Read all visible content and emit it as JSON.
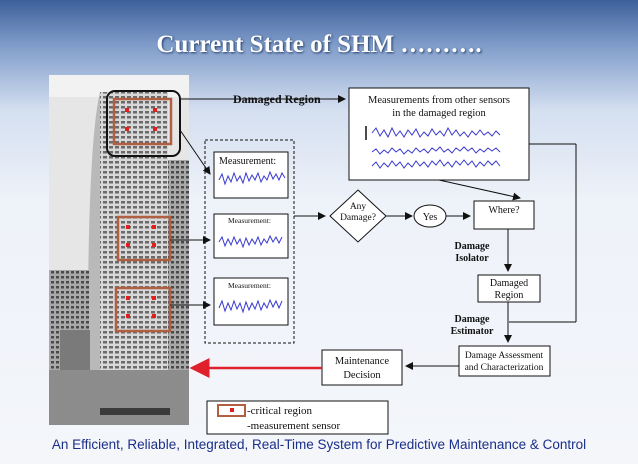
{
  "slide": {
    "title": "Current State of SHM ……….",
    "footer": "An Efficient, Reliable, Integrated, Real-Time System for Predictive Maintenance & Control"
  },
  "diagram": {
    "damaged_region_label": "Damaged Region",
    "other_sensors_line1": "Measurements from other sensors",
    "other_sensors_line2": "in the damaged region",
    "measurement_label_1": "Measurement:",
    "measurement_label_2": "Measurement:",
    "measurement_label_3": "Measurement:",
    "decision_line1": "Any",
    "decision_line2": "Damage?",
    "yes_label": "Yes",
    "where_label": "Where?",
    "isolator_line1": "Damage",
    "isolator_line2": "Isolator",
    "damaged_box_line1": "Damaged",
    "damaged_box_line2": "Region",
    "estimator_line1": "Damage",
    "estimator_line2": "Estimator",
    "assessment_line1": "Damage Assessment",
    "assessment_line2": "and Characterization",
    "maintenance_line1": "Maintenance",
    "maintenance_line2": "Decision"
  },
  "legend": {
    "critical": "-critical region",
    "sensor": "-measurement sensor"
  },
  "colors": {
    "critical_region": "#b06040",
    "sensor": "#e02020",
    "signal": "#3a3ad0",
    "arrow_main": "#e0202a"
  }
}
